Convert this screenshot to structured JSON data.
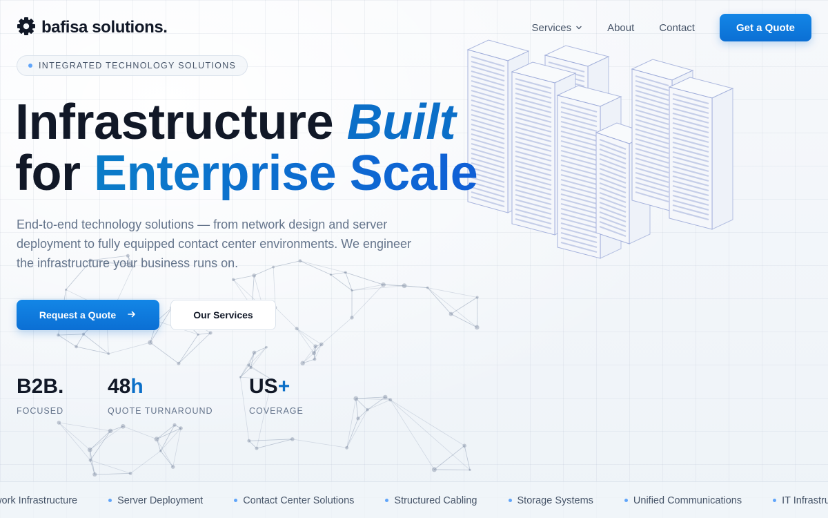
{
  "brand": {
    "name": "bafisa solutions."
  },
  "nav": {
    "items": [
      {
        "label": "Services",
        "has_dropdown": true
      },
      {
        "label": "About"
      },
      {
        "label": "Contact"
      }
    ],
    "cta_label": "Get a Quote"
  },
  "hero": {
    "badge": "INTEGRATED TECHNOLOGY SOLUTIONS",
    "headline_line1_plain": "Infrastructure ",
    "headline_line1_accent": "Built",
    "headline_line2_plain": "for ",
    "headline_line2_accent": "Enterprise Scale",
    "description": "End-to-end technology solutions — from network design and server deployment to fully equipped contact center environments. We engineer the infrastructure your business runs on.",
    "primary_button": "Request a Quote",
    "secondary_button": "Our Services"
  },
  "stats": [
    {
      "value": "B2B",
      "accent": ".",
      "label": "FOCUSED"
    },
    {
      "value": "48",
      "accent": "h",
      "label": "QUOTE TURNAROUND"
    },
    {
      "value": "US",
      "accent": "+",
      "label": "COVERAGE"
    }
  ],
  "ticker": {
    "items": [
      "twork Infrastructure",
      "Server Deployment",
      "Contact Center Solutions",
      "Structured Cabling",
      "Storage Systems",
      "Unified Communications",
      "IT Infrastruc"
    ]
  },
  "colors": {
    "accent": "#0b6fd4",
    "accent_light": "#60a5fa",
    "heading": "#111827",
    "body_text": "#64748b"
  },
  "icons": {
    "logo": "gear-icon",
    "dropdown": "chevron-down-icon",
    "button_arrow": "arrow-right-icon"
  }
}
